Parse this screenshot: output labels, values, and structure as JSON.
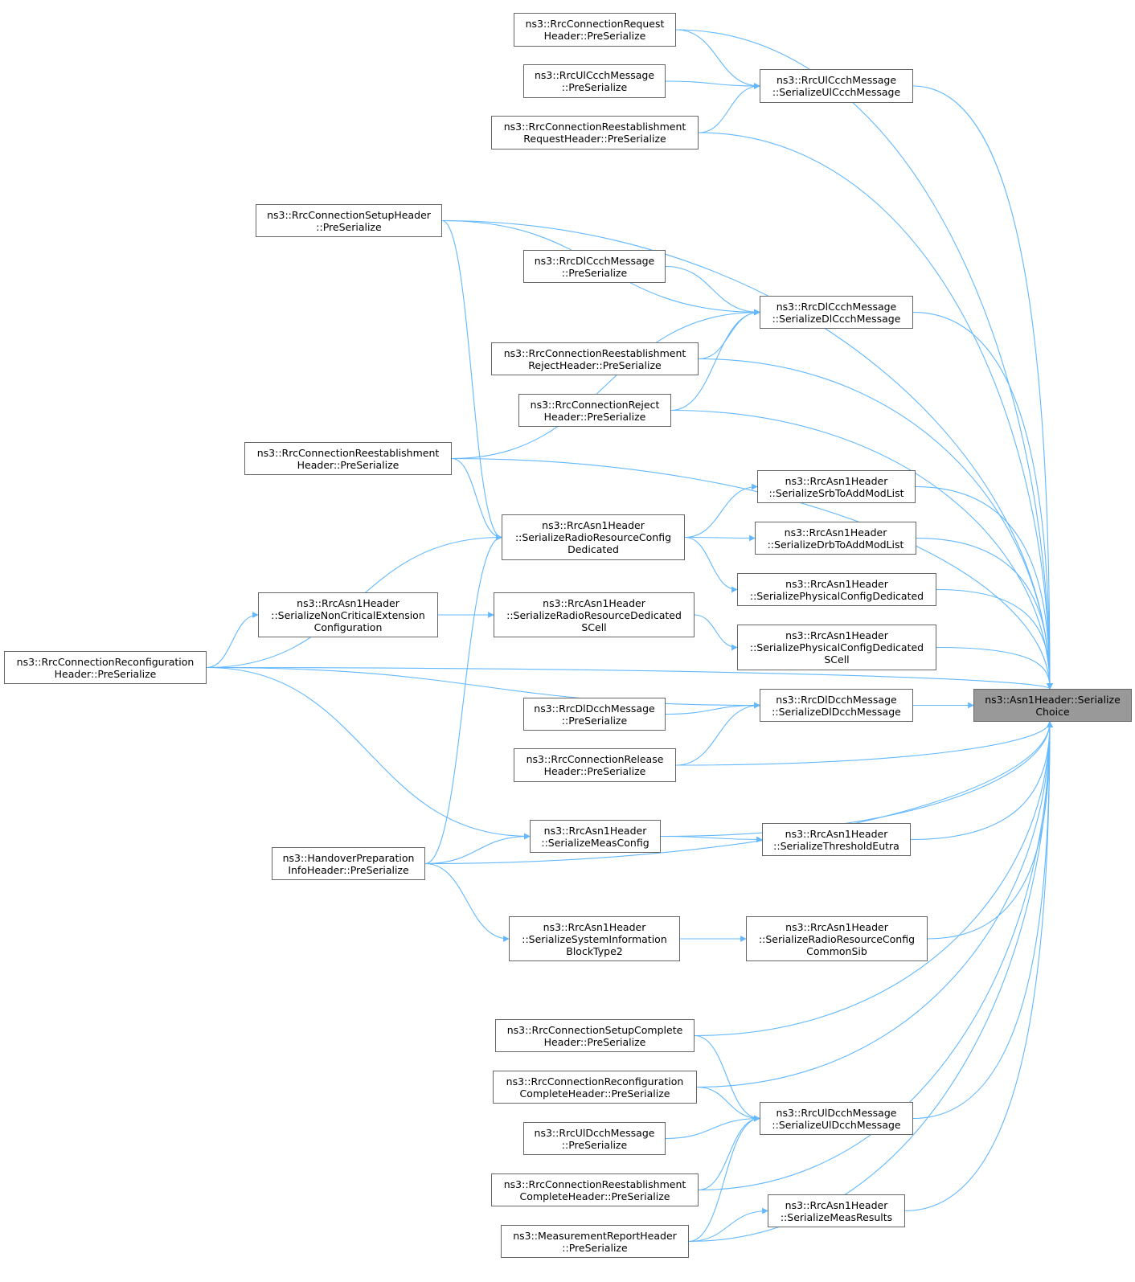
{
  "graph": {
    "edge_color": "#63b8ff",
    "node_border_color": "#666666",
    "root_fill_color": "#999999",
    "nodes": [
      {
        "id": "root",
        "lines": [
          "ns3::Asn1Header::Serialize",
          "Choice"
        ],
        "root": true
      },
      {
        "id": "rrcReq",
        "lines": [
          "ns3::RrcConnectionRequest",
          "Header::PreSerialize"
        ]
      },
      {
        "id": "ulCcchPre",
        "lines": [
          "ns3::RrcUlCcchMessage",
          "::PreSerialize"
        ]
      },
      {
        "id": "reestReq",
        "lines": [
          "ns3::RrcConnectionReestablishment",
          "RequestHeader::PreSerialize"
        ]
      },
      {
        "id": "ulCcchSer",
        "lines": [
          "ns3::RrcUlCcchMessage",
          "::SerializeUlCcchMessage"
        ]
      },
      {
        "id": "setup",
        "lines": [
          "ns3::RrcConnectionSetupHeader",
          "::PreSerialize"
        ]
      },
      {
        "id": "dlCcchPre",
        "lines": [
          "ns3::RrcDlCcchMessage",
          "::PreSerialize"
        ]
      },
      {
        "id": "dlCcchSer",
        "lines": [
          "ns3::RrcDlCcchMessage",
          "::SerializeDlCcchMessage"
        ]
      },
      {
        "id": "reestRej",
        "lines": [
          "ns3::RrcConnectionReestablishment",
          "RejectHeader::PreSerialize"
        ]
      },
      {
        "id": "rej",
        "lines": [
          "ns3::RrcConnectionReject",
          "Header::PreSerialize"
        ]
      },
      {
        "id": "reest",
        "lines": [
          "ns3::RrcConnectionReestablishment",
          "Header::PreSerialize"
        ]
      },
      {
        "id": "srb",
        "lines": [
          "ns3::RrcAsn1Header",
          "::SerializeSrbToAddModList"
        ]
      },
      {
        "id": "rrcDed",
        "lines": [
          "ns3::RrcAsn1Header",
          "::SerializeRadioResourceConfig",
          "Dedicated"
        ]
      },
      {
        "id": "drb",
        "lines": [
          "ns3::RrcAsn1Header",
          "::SerializeDrbToAddModList"
        ]
      },
      {
        "id": "physDed",
        "lines": [
          "ns3::RrcAsn1Header",
          "::SerializePhysicalConfigDedicated"
        ]
      },
      {
        "id": "nonCrit",
        "lines": [
          "ns3::RrcAsn1Header",
          "::SerializeNonCriticalExtension",
          "Configuration"
        ]
      },
      {
        "id": "rrDedSCell",
        "lines": [
          "ns3::RrcAsn1Header",
          "::SerializeRadioResourceDedicated",
          "SCell"
        ]
      },
      {
        "id": "physDedSCell",
        "lines": [
          "ns3::RrcAsn1Header",
          "::SerializePhysicalConfigDedicated",
          "SCell"
        ]
      },
      {
        "id": "reconf",
        "lines": [
          "ns3::RrcConnectionReconfiguration",
          "Header::PreSerialize"
        ]
      },
      {
        "id": "dlDcchPre",
        "lines": [
          "ns3::RrcDlDcchMessage",
          "::PreSerialize"
        ]
      },
      {
        "id": "dlDcchSer",
        "lines": [
          "ns3::RrcDlDcchMessage",
          "::SerializeDlDcchMessage"
        ]
      },
      {
        "id": "release",
        "lines": [
          "ns3::RrcConnectionRelease",
          "Header::PreSerialize"
        ]
      },
      {
        "id": "measCfg",
        "lines": [
          "ns3::RrcAsn1Header",
          "::SerializeMeasConfig"
        ]
      },
      {
        "id": "thresh",
        "lines": [
          "ns3::RrcAsn1Header",
          "::SerializeThresholdEutra"
        ]
      },
      {
        "id": "hoPrep",
        "lines": [
          "ns3::HandoverPreparation",
          "InfoHeader::PreSerialize"
        ]
      },
      {
        "id": "sib2",
        "lines": [
          "ns3::RrcAsn1Header",
          "::SerializeSystemInformation",
          "BlockType2"
        ]
      },
      {
        "id": "rrCommonSib",
        "lines": [
          "ns3::RrcAsn1Header",
          "::SerializeRadioResourceConfig",
          "CommonSib"
        ]
      },
      {
        "id": "setupCompl",
        "lines": [
          "ns3::RrcConnectionSetupComplete",
          "Header::PreSerialize"
        ]
      },
      {
        "id": "reconfCompl",
        "lines": [
          "ns3::RrcConnectionReconfiguration",
          "CompleteHeader::PreSerialize"
        ]
      },
      {
        "id": "ulDcchSer",
        "lines": [
          "ns3::RrcUlDcchMessage",
          "::SerializeUlDcchMessage"
        ]
      },
      {
        "id": "ulDcchPre",
        "lines": [
          "ns3::RrcUlDcchMessage",
          "::PreSerialize"
        ]
      },
      {
        "id": "reestCompl",
        "lines": [
          "ns3::RrcConnectionReestablishment",
          "CompleteHeader::PreSerialize"
        ]
      },
      {
        "id": "measRes",
        "lines": [
          "ns3::RrcAsn1Header",
          "::SerializeMeasResults"
        ]
      },
      {
        "id": "measRep",
        "lines": [
          "ns3::MeasurementReportHeader",
          "::PreSerialize"
        ]
      }
    ],
    "edges": [
      [
        "rrcReq",
        "root"
      ],
      [
        "rrcReq",
        "ulCcchSer"
      ],
      [
        "ulCcchPre",
        "ulCcchSer"
      ],
      [
        "reestReq",
        "ulCcchSer"
      ],
      [
        "reestReq",
        "root"
      ],
      [
        "ulCcchSer",
        "root"
      ],
      [
        "setup",
        "root"
      ],
      [
        "setup",
        "dlCcchSer"
      ],
      [
        "setup",
        "rrcDed"
      ],
      [
        "dlCcchPre",
        "dlCcchSer"
      ],
      [
        "reestRej",
        "dlCcchSer"
      ],
      [
        "reestRej",
        "root"
      ],
      [
        "rej",
        "dlCcchSer"
      ],
      [
        "rej",
        "root"
      ],
      [
        "dlCcchSer",
        "root"
      ],
      [
        "reest",
        "dlCcchSer"
      ],
      [
        "reest",
        "rrcDed"
      ],
      [
        "reest",
        "root"
      ],
      [
        "rrcDed",
        "srb"
      ],
      [
        "rrcDed",
        "drb"
      ],
      [
        "rrcDed",
        "physDed"
      ],
      [
        "srb",
        "root"
      ],
      [
        "drb",
        "root"
      ],
      [
        "physDed",
        "root"
      ],
      [
        "reconf",
        "rrcDed"
      ],
      [
        "reconf",
        "nonCrit"
      ],
      [
        "reconf",
        "dlDcchSer"
      ],
      [
        "reconf",
        "measCfg"
      ],
      [
        "reconf",
        "root"
      ],
      [
        "nonCrit",
        "rrDedSCell"
      ],
      [
        "rrDedSCell",
        "physDedSCell"
      ],
      [
        "physDedSCell",
        "root"
      ],
      [
        "dlDcchPre",
        "dlDcchSer"
      ],
      [
        "release",
        "dlDcchSer"
      ],
      [
        "release",
        "root"
      ],
      [
        "dlDcchSer",
        "root"
      ],
      [
        "measCfg",
        "thresh"
      ],
      [
        "measCfg",
        "root"
      ],
      [
        "thresh",
        "root"
      ],
      [
        "hoPrep",
        "rrcDed"
      ],
      [
        "hoPrep",
        "measCfg"
      ],
      [
        "hoPrep",
        "sib2"
      ],
      [
        "hoPrep",
        "root"
      ],
      [
        "sib2",
        "rrCommonSib"
      ],
      [
        "rrCommonSib",
        "root"
      ],
      [
        "setupCompl",
        "ulDcchSer"
      ],
      [
        "setupCompl",
        "root"
      ],
      [
        "reconfCompl",
        "ulDcchSer"
      ],
      [
        "reconfCompl",
        "root"
      ],
      [
        "ulDcchPre",
        "ulDcchSer"
      ],
      [
        "reestCompl",
        "ulDcchSer"
      ],
      [
        "reestCompl",
        "root"
      ],
      [
        "ulDcchSer",
        "root"
      ],
      [
        "measRep",
        "ulDcchSer"
      ],
      [
        "measRep",
        "measRes"
      ],
      [
        "measRep",
        "root"
      ],
      [
        "measRes",
        "root"
      ]
    ]
  }
}
